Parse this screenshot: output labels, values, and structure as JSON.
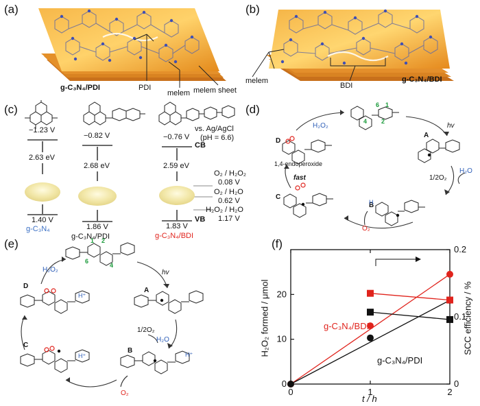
{
  "panels": {
    "a": {
      "label": "(a)",
      "material": "g-C₃N₄/PDI",
      "callouts": [
        "PDI",
        "melem",
        "melem sheet"
      ]
    },
    "b": {
      "label": "(b)",
      "material": "g-C₃N₄/BDI",
      "callouts": [
        "melem",
        "BDI"
      ]
    },
    "c": {
      "label": "(c)",
      "reference": [
        "vs. Ag/AgCl",
        "(pH = 6.6)"
      ],
      "cb_label": "CB",
      "vb_label": "VB",
      "columns": [
        {
          "name": "g-C₃N₄",
          "cb": "−1.23 V",
          "gap": "2.63 eV",
          "vb": "1.40 V",
          "color": "#3a6fc4"
        },
        {
          "name": "g-C₃N₄/PDI",
          "cb": "−0.82 V",
          "gap": "2.68 eV",
          "vb": "1.86 V",
          "color": "#111111"
        },
        {
          "name": "g-C₃N₄/BDI",
          "cb": "−0.76 V",
          "gap": "2.59 eV",
          "vb": "1.83 V",
          "color": "#e0231c"
        }
      ],
      "redox": [
        {
          "couple": "O₂ / H₂O₂",
          "value": "0.08 V"
        },
        {
          "couple": "O₂ / H₂O",
          "value": "0.62 V"
        },
        {
          "couple": "H₂O₂ / H₂O",
          "value": "1.17 V"
        }
      ]
    },
    "d": {
      "label": "(d)",
      "states": [
        "A",
        "B",
        "C",
        "D"
      ],
      "arrows": {
        "hv": "hv",
        "half_o2": "1/2O₂",
        "h2o": "H₂O",
        "o2": "O₂",
        "h2o2": "H₂O₂",
        "fast": "fast"
      },
      "note": "1,4-endoperoxide",
      "positions": [
        "1",
        "2",
        "4",
        "6"
      ],
      "h_label": "H"
    },
    "e": {
      "label": "(e)",
      "states": [
        "A",
        "B",
        "C",
        "D"
      ],
      "arrows": {
        "hv": "hv",
        "half_o2": "1/2O₂",
        "h2o": "H₂O",
        "o2": "O₂",
        "h2o2": "H₂O₂"
      },
      "positions": [
        "1",
        "2",
        "4",
        "6"
      ],
      "h_plus": "H⁺"
    },
    "f": {
      "label": "(f)",
      "series_labels": [
        "g-C₃N₄/BDI",
        "g-C₃N₄/PDI"
      ]
    }
  },
  "chart_data": {
    "type": "scatter",
    "xlabel": "t / h",
    "ylabel_left": "H₂O₂ formed / μmol",
    "ylabel_right": "SCC efficiency / %",
    "xlim": [
      0,
      2
    ],
    "ylim_left": [
      0,
      30
    ],
    "ylim_right": [
      0,
      0.2
    ],
    "x_ticks": [
      0,
      1,
      2
    ],
    "y_left_ticks": [
      0,
      10,
      20
    ],
    "y_right_ticks": [
      0,
      0.1,
      0.2
    ],
    "y_right_tick_labels": [
      "0",
      "0.1",
      "0.2"
    ],
    "series": [
      {
        "name": "g-C₃N₄/BDI",
        "axis": "left",
        "marker": "circle",
        "color": "#e0231c",
        "x": [
          0,
          1,
          2
        ],
        "y": [
          0,
          13.0,
          24.5
        ],
        "fit": [
          [
            0,
            0
          ],
          [
            2,
            24.5
          ]
        ]
      },
      {
        "name": "g-C₃N₄/PDI",
        "axis": "left",
        "marker": "circle",
        "color": "#111111",
        "x": [
          0,
          1,
          2
        ],
        "y": [
          0,
          10.3,
          18.7
        ],
        "fit": [
          [
            0,
            0
          ],
          [
            2,
            18.7
          ]
        ]
      },
      {
        "axis": "right",
        "marker": "square",
        "color": "#e0231c",
        "x": [
          1,
          2
        ],
        "y": [
          0.135,
          0.125
        ]
      },
      {
        "axis": "right",
        "marker": "square",
        "color": "#111111",
        "x": [
          1,
          2
        ],
        "y": [
          0.107,
          0.096
        ]
      }
    ]
  }
}
